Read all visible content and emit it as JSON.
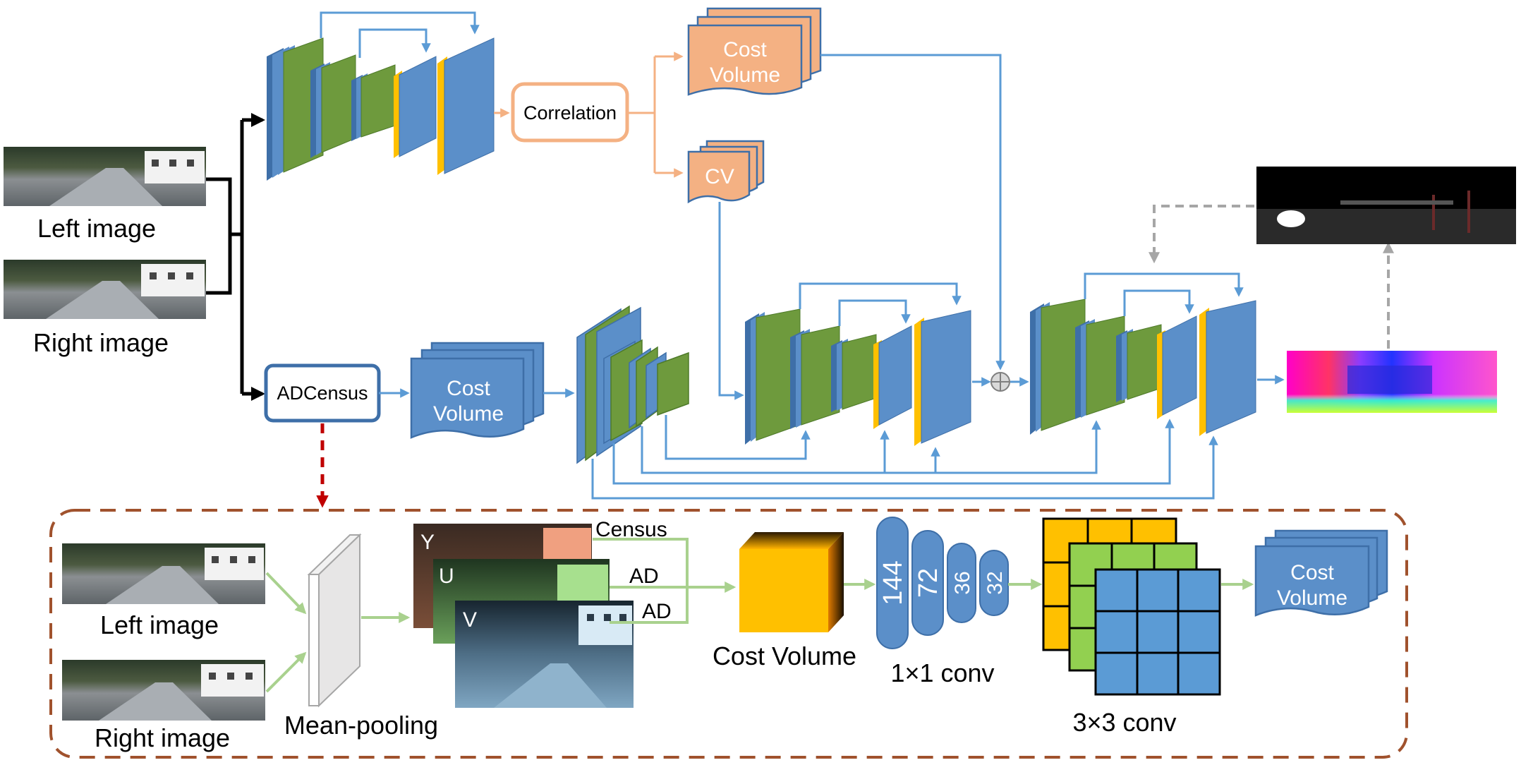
{
  "colors": {
    "blue": "#5b8fc9",
    "blue_dark": "#3e6fa8",
    "green": "#6e9a3d",
    "yellow": "#ffc000",
    "orange": "#f4b183",
    "orange_edge": "#e39464",
    "arrow_blue": "#5b9bd5",
    "arrow_orange": "#f4b183",
    "arrow_green": "#a9d18e",
    "dash_red": "#c00000",
    "dash_gray": "#a6a6a6",
    "frame_brown": "#a0522d"
  },
  "top": {
    "left_image_label": "Left image",
    "right_image_label": "Right image",
    "correlation_label": "Correlation",
    "cost_volume_orange_line1": "Cost",
    "cost_volume_orange_line2": "Volume",
    "cv_label": "CV",
    "adcensus_label": "ADCensus",
    "cost_volume_blue_line1": "Cost",
    "cost_volume_blue_line2": "Volume",
    "sum_icon": "circle-plus-icon"
  },
  "detail": {
    "left_image_label": "Left image",
    "right_image_label": "Right image",
    "mean_pooling_label": "Mean-pooling",
    "channel_y": "Y",
    "channel_u": "U",
    "channel_v": "V",
    "census_label": "Census",
    "ad_label_1": "AD",
    "ad_label_2": "AD",
    "cost_volume_label": "Cost Volume",
    "conv1x1_channels": [
      "144",
      "72",
      "36",
      "32"
    ],
    "conv1x1_label": "1×1 conv",
    "conv3x3_label": "3×3 conv",
    "output_line1": "Cost",
    "output_line2": "Volume"
  }
}
